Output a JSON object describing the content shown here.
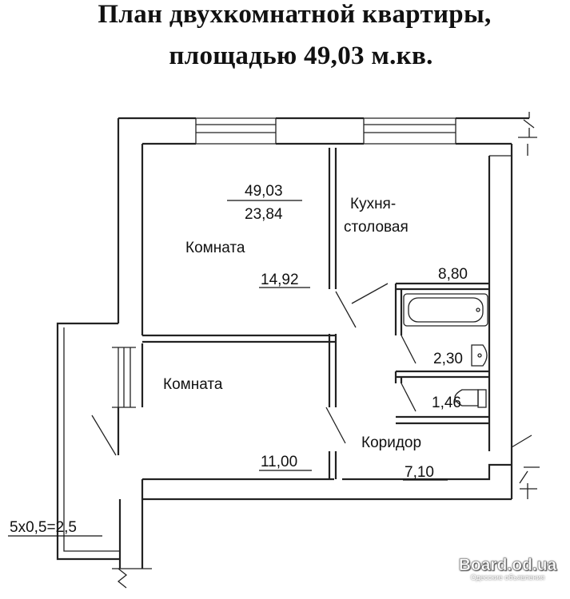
{
  "title": {
    "line1": "План двухкомнатной квартиры,",
    "line2": "площадью 49,03 м.кв."
  },
  "plan": {
    "total_area": "49,03",
    "living_area": "23,84",
    "rooms": [
      {
        "name": "Комната",
        "area": "14,92"
      },
      {
        "name": "Комната",
        "area": "11,00"
      },
      {
        "name": "Кухня-",
        "name2": "столовая",
        "area": "8,80"
      },
      {
        "name": "",
        "area": "2,30"
      },
      {
        "name": "",
        "area": "1,46"
      },
      {
        "name": "Коридор",
        "area": "7,10"
      }
    ],
    "balcony_note": "5х0,5=2,5"
  },
  "watermark": {
    "main": "Board.od.ua",
    "sub": "Одесские объявления"
  }
}
